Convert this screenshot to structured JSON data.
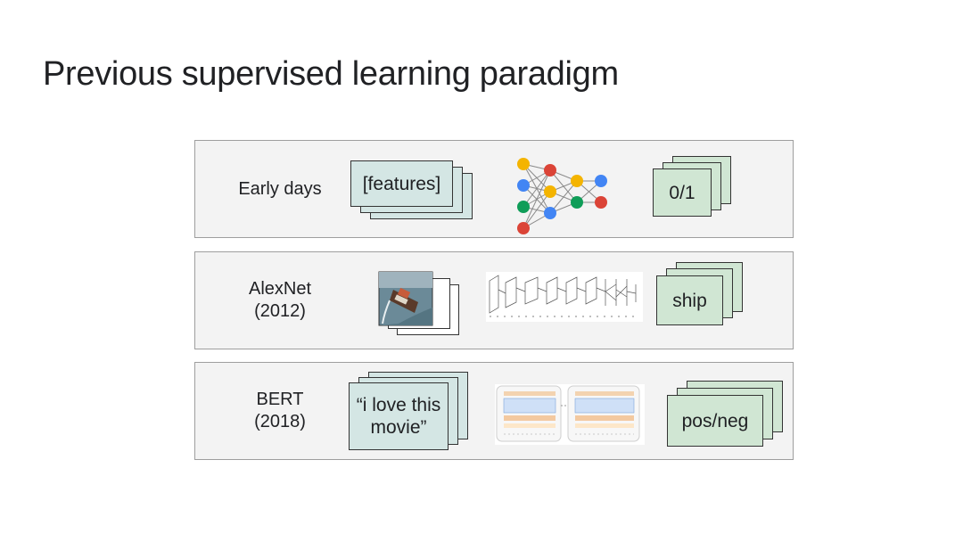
{
  "slide": {
    "title": "Previous supervised learning paradigm"
  },
  "rows": [
    {
      "label_lines": [
        "Early days"
      ],
      "input_text": "[features]",
      "model": "neural-network-icon",
      "output_text": "0/1"
    },
    {
      "label_lines": [
        "AlexNet",
        "(2012)"
      ],
      "input_image": "ship-photo",
      "model": "alexnet-architecture-diagram",
      "output_text": "ship"
    },
    {
      "label_lines": [
        "BERT",
        "(2018)"
      ],
      "input_text_lines": [
        "“i love this",
        "movie”"
      ],
      "model": "bert-pretraining-finetuning-diagram",
      "output_text": "pos/neg"
    }
  ],
  "colors": {
    "card_green": "#d0e6d3",
    "card_teal": "#d4e6e4",
    "row_bg": "#f3f3f3",
    "node_yellow": "#f4b400",
    "node_red": "#db4437",
    "node_blue": "#4285f4",
    "node_green": "#0f9d58"
  }
}
